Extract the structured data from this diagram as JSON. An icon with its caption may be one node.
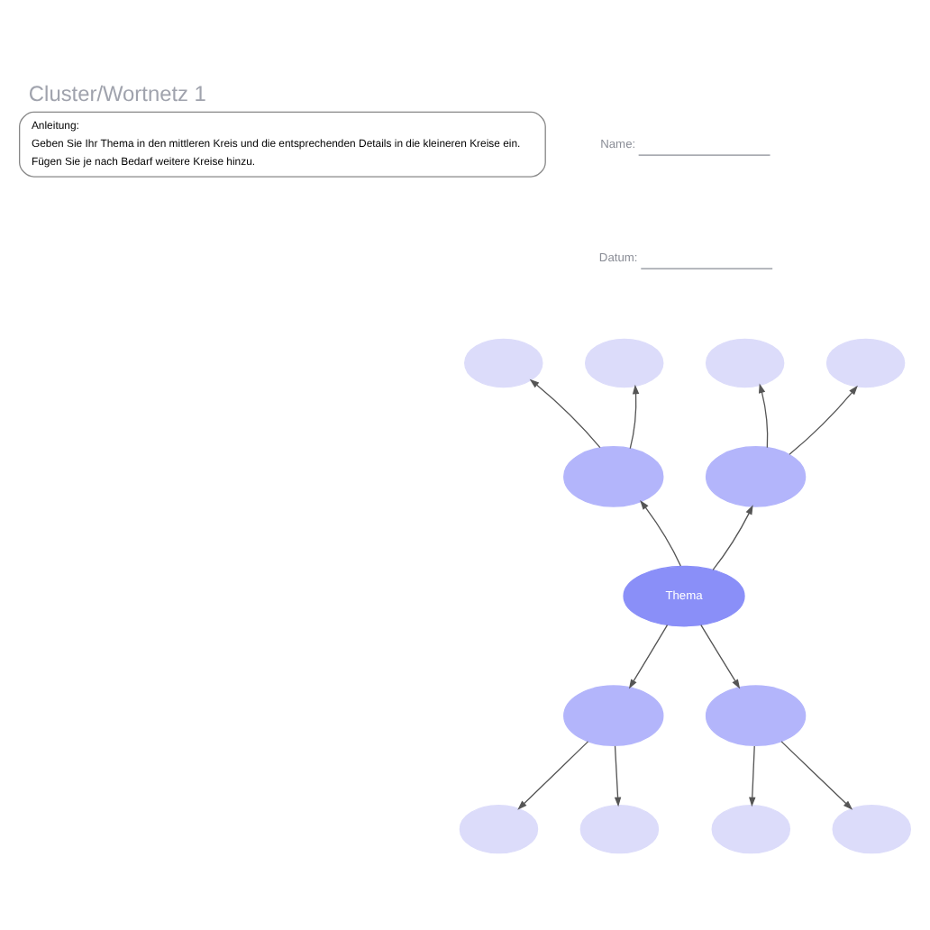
{
  "diagram": {
    "title": "Cluster/Wortnetz 1",
    "nodes": [
      {
        "text": [
          "Anleitung:",
          "Geben Sie Ihr Thema in den mittleren Kreis und die entsprechenden Details in die kleineren Kreise ein.",
          "Fügen Sie je nach Bedarf weitere Kreise hinzu."
        ]
      },
      {
        "text": [],
        "shape": "ellipse"
      },
      {
        "text": [],
        "shape": "ellipse"
      },
      {
        "text": [],
        "shape": "ellipse"
      },
      {
        "text": [],
        "shape": "ellipse"
      },
      {
        "text": [],
        "shape": "ellipse"
      },
      {
        "text": [],
        "shape": "ellipse"
      },
      {
        "text": [
          "Thema"
        ]
      },
      {
        "text": [],
        "shape": "ellipse"
      },
      {
        "text": [],
        "shape": "ellipse"
      },
      {
        "text": [],
        "shape": "ellipse"
      },
      {
        "text": [],
        "shape": "ellipse"
      },
      {
        "text": [],
        "shape": "ellipse"
      },
      {
        "text": [],
        "shape": "ellipse"
      }
    ],
    "edges": [
      {
        "from": 7,
        "to": 5,
        "arrow": "to"
      },
      {
        "from": 7,
        "to": 6,
        "arrow": "to"
      },
      {
        "from": 7,
        "to": 8,
        "arrow": "to"
      },
      {
        "from": 7,
        "to": 9,
        "arrow": "to"
      },
      {
        "from": 5,
        "to": 1,
        "arrow": "to"
      },
      {
        "from": 5,
        "to": 2,
        "arrow": "to"
      },
      {
        "from": 6,
        "to": 3,
        "arrow": "to"
      },
      {
        "from": 6,
        "to": 4,
        "arrow": "to"
      },
      {
        "from": 8,
        "to": 10,
        "arrow": "to"
      },
      {
        "from": 8,
        "to": 11,
        "arrow": "to"
      },
      {
        "from": 9,
        "to": 12,
        "arrow": "to"
      },
      {
        "from": 9,
        "to": 13,
        "arrow": "to"
      }
    ],
    "labels": [
      "Name:",
      "Datum:"
    ]
  }
}
